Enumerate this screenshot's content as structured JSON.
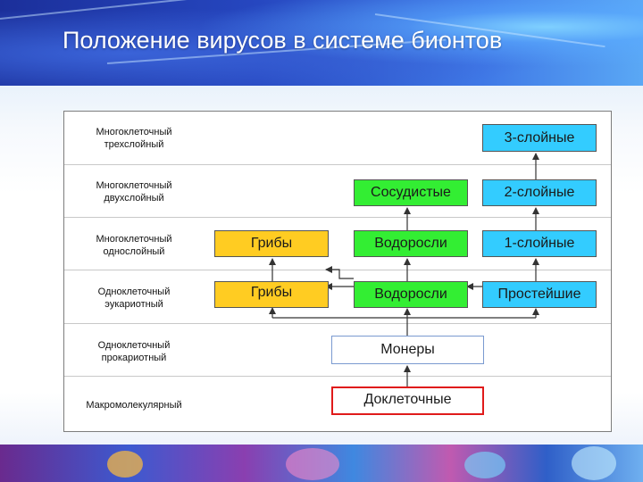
{
  "slide": {
    "title": "Положение вирусов в системе бионтов"
  },
  "levels": [
    {
      "line1": "Многоклеточный",
      "line2": "трехслойный"
    },
    {
      "line1": "Многоклеточный",
      "line2": "двухслойный"
    },
    {
      "line1": "Многоклеточный",
      "line2": "однослойный"
    },
    {
      "line1": "Одноклеточный",
      "line2": "эукариотный"
    },
    {
      "line1": "Одноклеточный",
      "line2": "прокариотный"
    },
    {
      "line1": "Макромолекулярный",
      "line2": ""
    }
  ],
  "nodes": {
    "layer3": "3-слойные",
    "vascular": "Сосудистые",
    "layer2": "2-слойные",
    "fungi_multi": "Грибы",
    "algae_multi": "Водоросли",
    "layer1": "1-слойные",
    "fungi_uni": "Грибы",
    "algae_uni": "Водоросли",
    "protists": "Простейшие",
    "monera": "Монеры",
    "precellular": "Доклеточные"
  },
  "colors": {
    "blue": "#33ccff",
    "green": "#33ee33",
    "yellow": "#ffcc22",
    "highlight_border": "#e01a1a"
  }
}
